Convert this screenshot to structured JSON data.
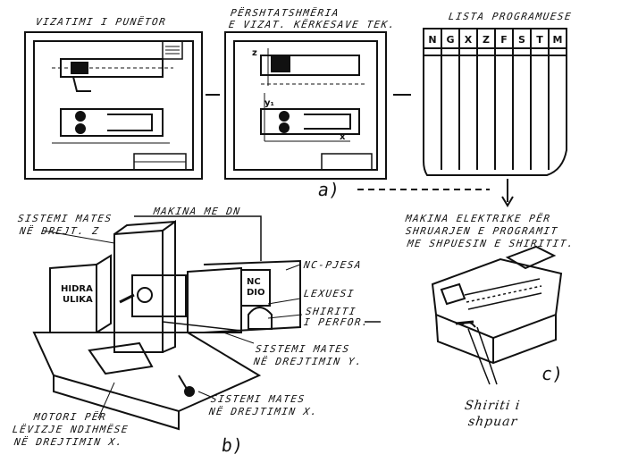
{
  "panel_a": {
    "drawing_title": "VIZATIMI I PUNËTOR",
    "adaptation_title_line1": "PËRSHTATSHMËRIA",
    "adaptation_title_line2": "E VIZAT. KËRKESAVE TEK.",
    "program_list_title": "LISTA PROGRAMUESE",
    "program_columns": [
      "N",
      "G",
      "X",
      "Z",
      "F",
      "S",
      "T",
      "M"
    ],
    "axis_z": "z",
    "axis_x": "x",
    "axis_y1": "y₁",
    "tag": "a)"
  },
  "panel_b": {
    "measure_z_line1": "SISTEMI MATES",
    "measure_z_line2": "NË DREJT. Z",
    "machine_label": "MAKINA ME DN",
    "nc_unit_label": "NC-PJESA",
    "reader_label": "LEXUESI",
    "tape_line1": "SHIRITI",
    "tape_line2": "I PERFOR.",
    "measure_y_line1": "SISTEMI MATES",
    "measure_y_line2": "NË DREJTIMIN Y.",
    "measure_x_line1": "SISTEMI MATES",
    "measure_x_line2": "NË DREJTIMIN X.",
    "motor_line1": "MOTORI PËR",
    "motor_line2": "LËVIZJE NDIHMËSE",
    "motor_line3": "NË DREJTIMIN X.",
    "hydraulic_line1": "HIDRA",
    "hydraulic_line2": "ULIKA",
    "nc_box_line1": "NC",
    "nc_box_line2": "DIO",
    "tag": "b)"
  },
  "panel_c": {
    "machine_line1": "MAKINA ELEKTRIKE PËR",
    "machine_line2": "SHRUARJEN E PROGRAMIT",
    "machine_line3": "ME SHPUESIN E SHIRITIT.",
    "tape_line1": "Shiriti i",
    "tape_line2": "shpuar",
    "tag": "c)"
  }
}
